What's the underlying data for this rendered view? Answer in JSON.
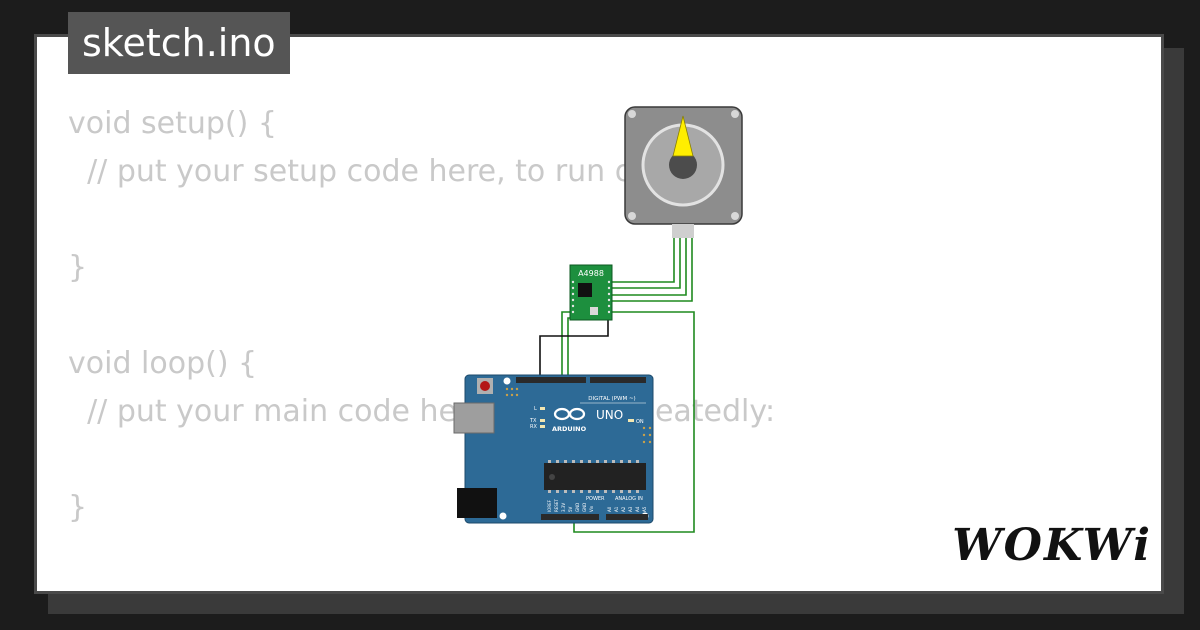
{
  "file": {
    "name": "sketch.ino"
  },
  "code_lines": [
    "void setup() {",
    "  // put your setup code here, to run once:",
    "",
    "}",
    "",
    "void loop() {",
    "  // put your main code here, to run repeatedly:",
    "",
    "}"
  ],
  "driver": {
    "label": "A4988"
  },
  "board": {
    "model": "UNO",
    "brand": "ARDUINO",
    "digital_header_label": "DIGITAL (PWM ~)",
    "power_header_label": "POWER",
    "analog_header_label": "ANALOG IN",
    "on_label": "ON",
    "pin_labels_power": [
      "IOREF",
      "RESET",
      "3.3V",
      "5V",
      "GND",
      "GND",
      "Vin"
    ],
    "pin_labels_analog": [
      "A0",
      "A1",
      "A2",
      "A3",
      "A4",
      "A5"
    ],
    "led_labels": [
      "L",
      "TX",
      "RX"
    ]
  },
  "brand": {
    "logo": "WOKWi"
  },
  "colors": {
    "board_blue": "#2d6a96",
    "wire_green": "#1f8a1f",
    "wire_black": "#111111",
    "driver_green": "#1d8f3e",
    "motor_gray": "#8d8d8d",
    "pointer_yellow": "#ffee00",
    "code_text": "#c9c9c9"
  }
}
